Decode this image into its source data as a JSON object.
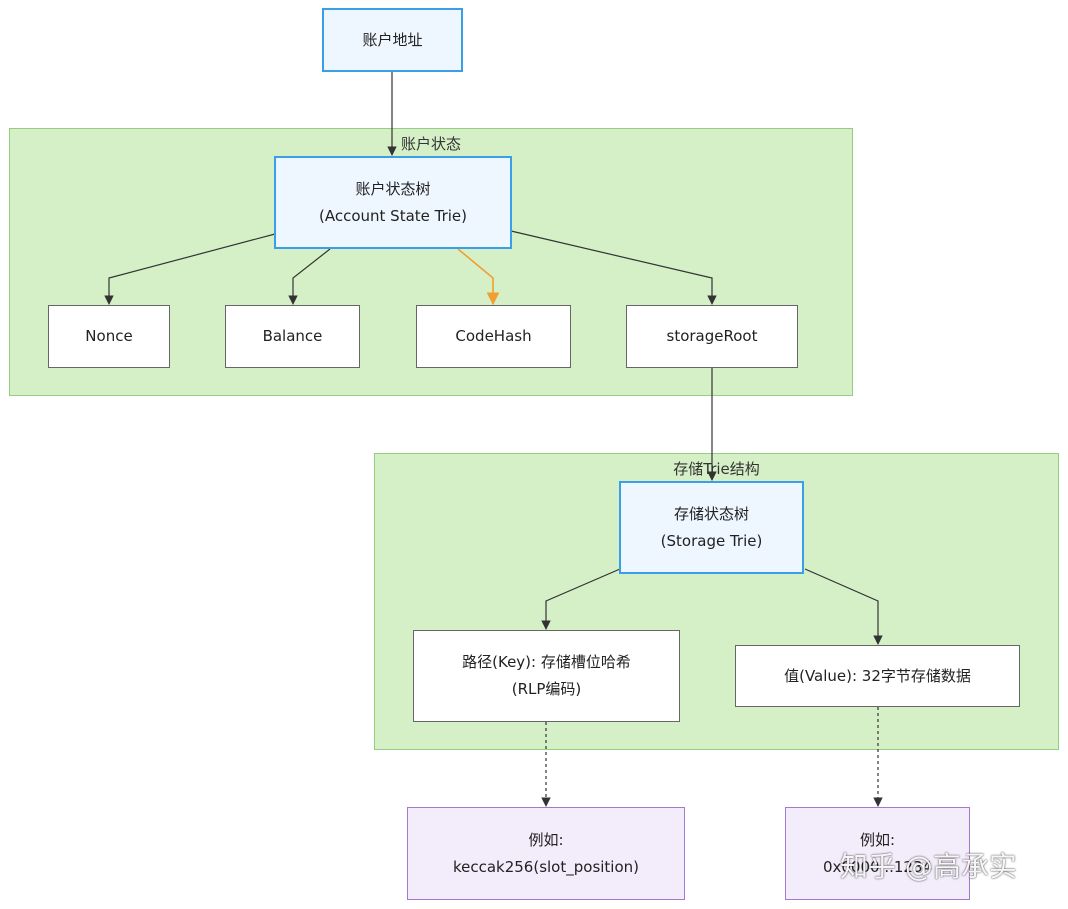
{
  "groups": {
    "account_state": "账户状态",
    "storage_trie": "存储Trie结构"
  },
  "nodes": {
    "account_address": "账户地址",
    "account_state_trie": {
      "line1": "账户状态树",
      "line2": "(Account State Trie)"
    },
    "nonce": "Nonce",
    "balance": "Balance",
    "codehash": "CodeHash",
    "storage_root": "storageRoot",
    "storage_trie": {
      "line1": "存储状态树",
      "line2": "(Storage Trie)"
    },
    "path_key": {
      "line1": "路径(Key): 存储槽位哈希",
      "line2": "(RLP编码)"
    },
    "value": "值(Value): 32字节存储数据",
    "example_key": {
      "line1": "例如:",
      "line2": "keccak256(slot_position)"
    },
    "example_value": {
      "line1": "例如:",
      "line2": "0x0000...1234"
    }
  },
  "colors": {
    "group_fill": "#d5f0c7",
    "highlight_node_border": "#3a9ee8",
    "highlight_edge": "#f0a030",
    "example_node_fill": "#f3ecfb"
  },
  "watermark": "知乎 @高承实"
}
